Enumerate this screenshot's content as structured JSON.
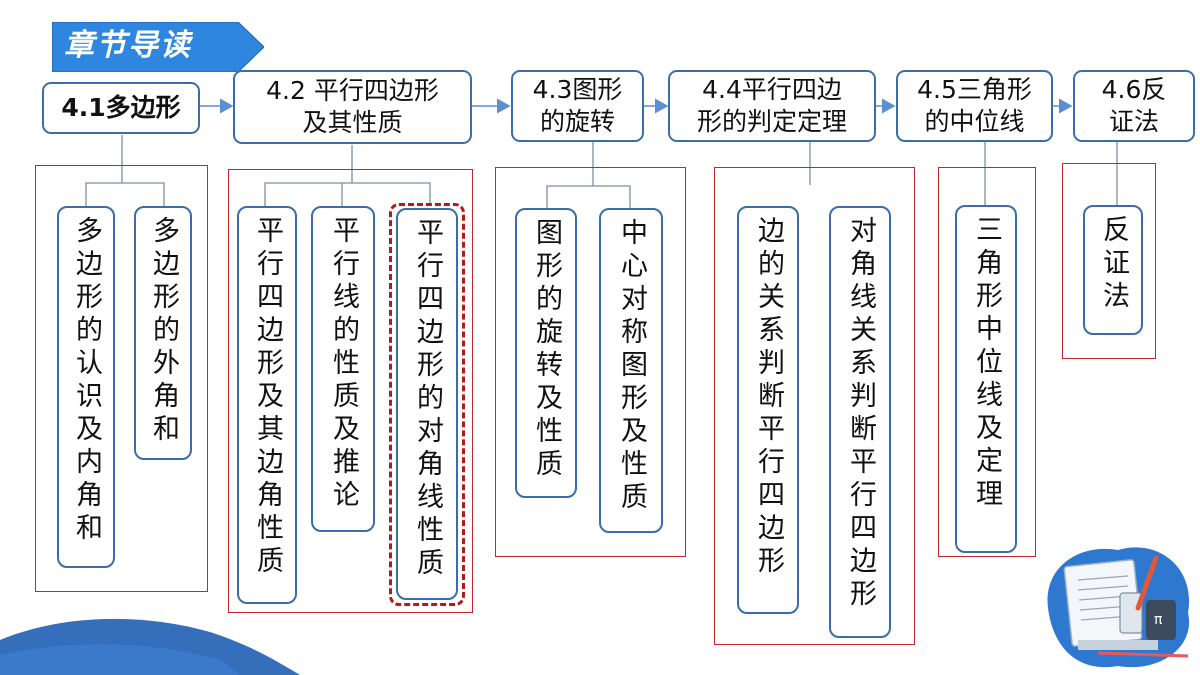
{
  "header": {
    "title": "章节导读"
  },
  "sections": [
    {
      "id": "s1",
      "title": "4.1多边形",
      "children": [
        "多边形的认识及内角和",
        "多边形的外角和"
      ]
    },
    {
      "id": "s2",
      "title": "4.2 平行四边形\n及其性质",
      "children": [
        "平行四边形及其边角性质",
        "平行线的性质及推论",
        "平行四边形的对角线性质"
      ]
    },
    {
      "id": "s3",
      "title": "4.3图形\n的旋转",
      "children": [
        "图形的旋转及性质",
        "中心对称图形及性质"
      ]
    },
    {
      "id": "s4",
      "title": "4.4平行四边\n形的判定定理",
      "children": [
        "边的关系判断平行四边形",
        "对角线关系判断平行四边形"
      ]
    },
    {
      "id": "s5",
      "title": "4.5三角形\n的中位线",
      "children": [
        "三角形中位线及定理"
      ]
    },
    {
      "id": "s6",
      "title": "4.6反\n证法",
      "children": [
        "反证法"
      ]
    }
  ],
  "highlighted": "平行四边形的对角线性质",
  "colors": {
    "banner": "#2e86de",
    "border": "#3a6ea8",
    "frame": "#c0282d",
    "arrow": "#5b8fd0",
    "wave": "#1f5fb5"
  },
  "decoration": {
    "icon": "math-books-illustration-icon",
    "corner": "blue-wave-icon"
  }
}
